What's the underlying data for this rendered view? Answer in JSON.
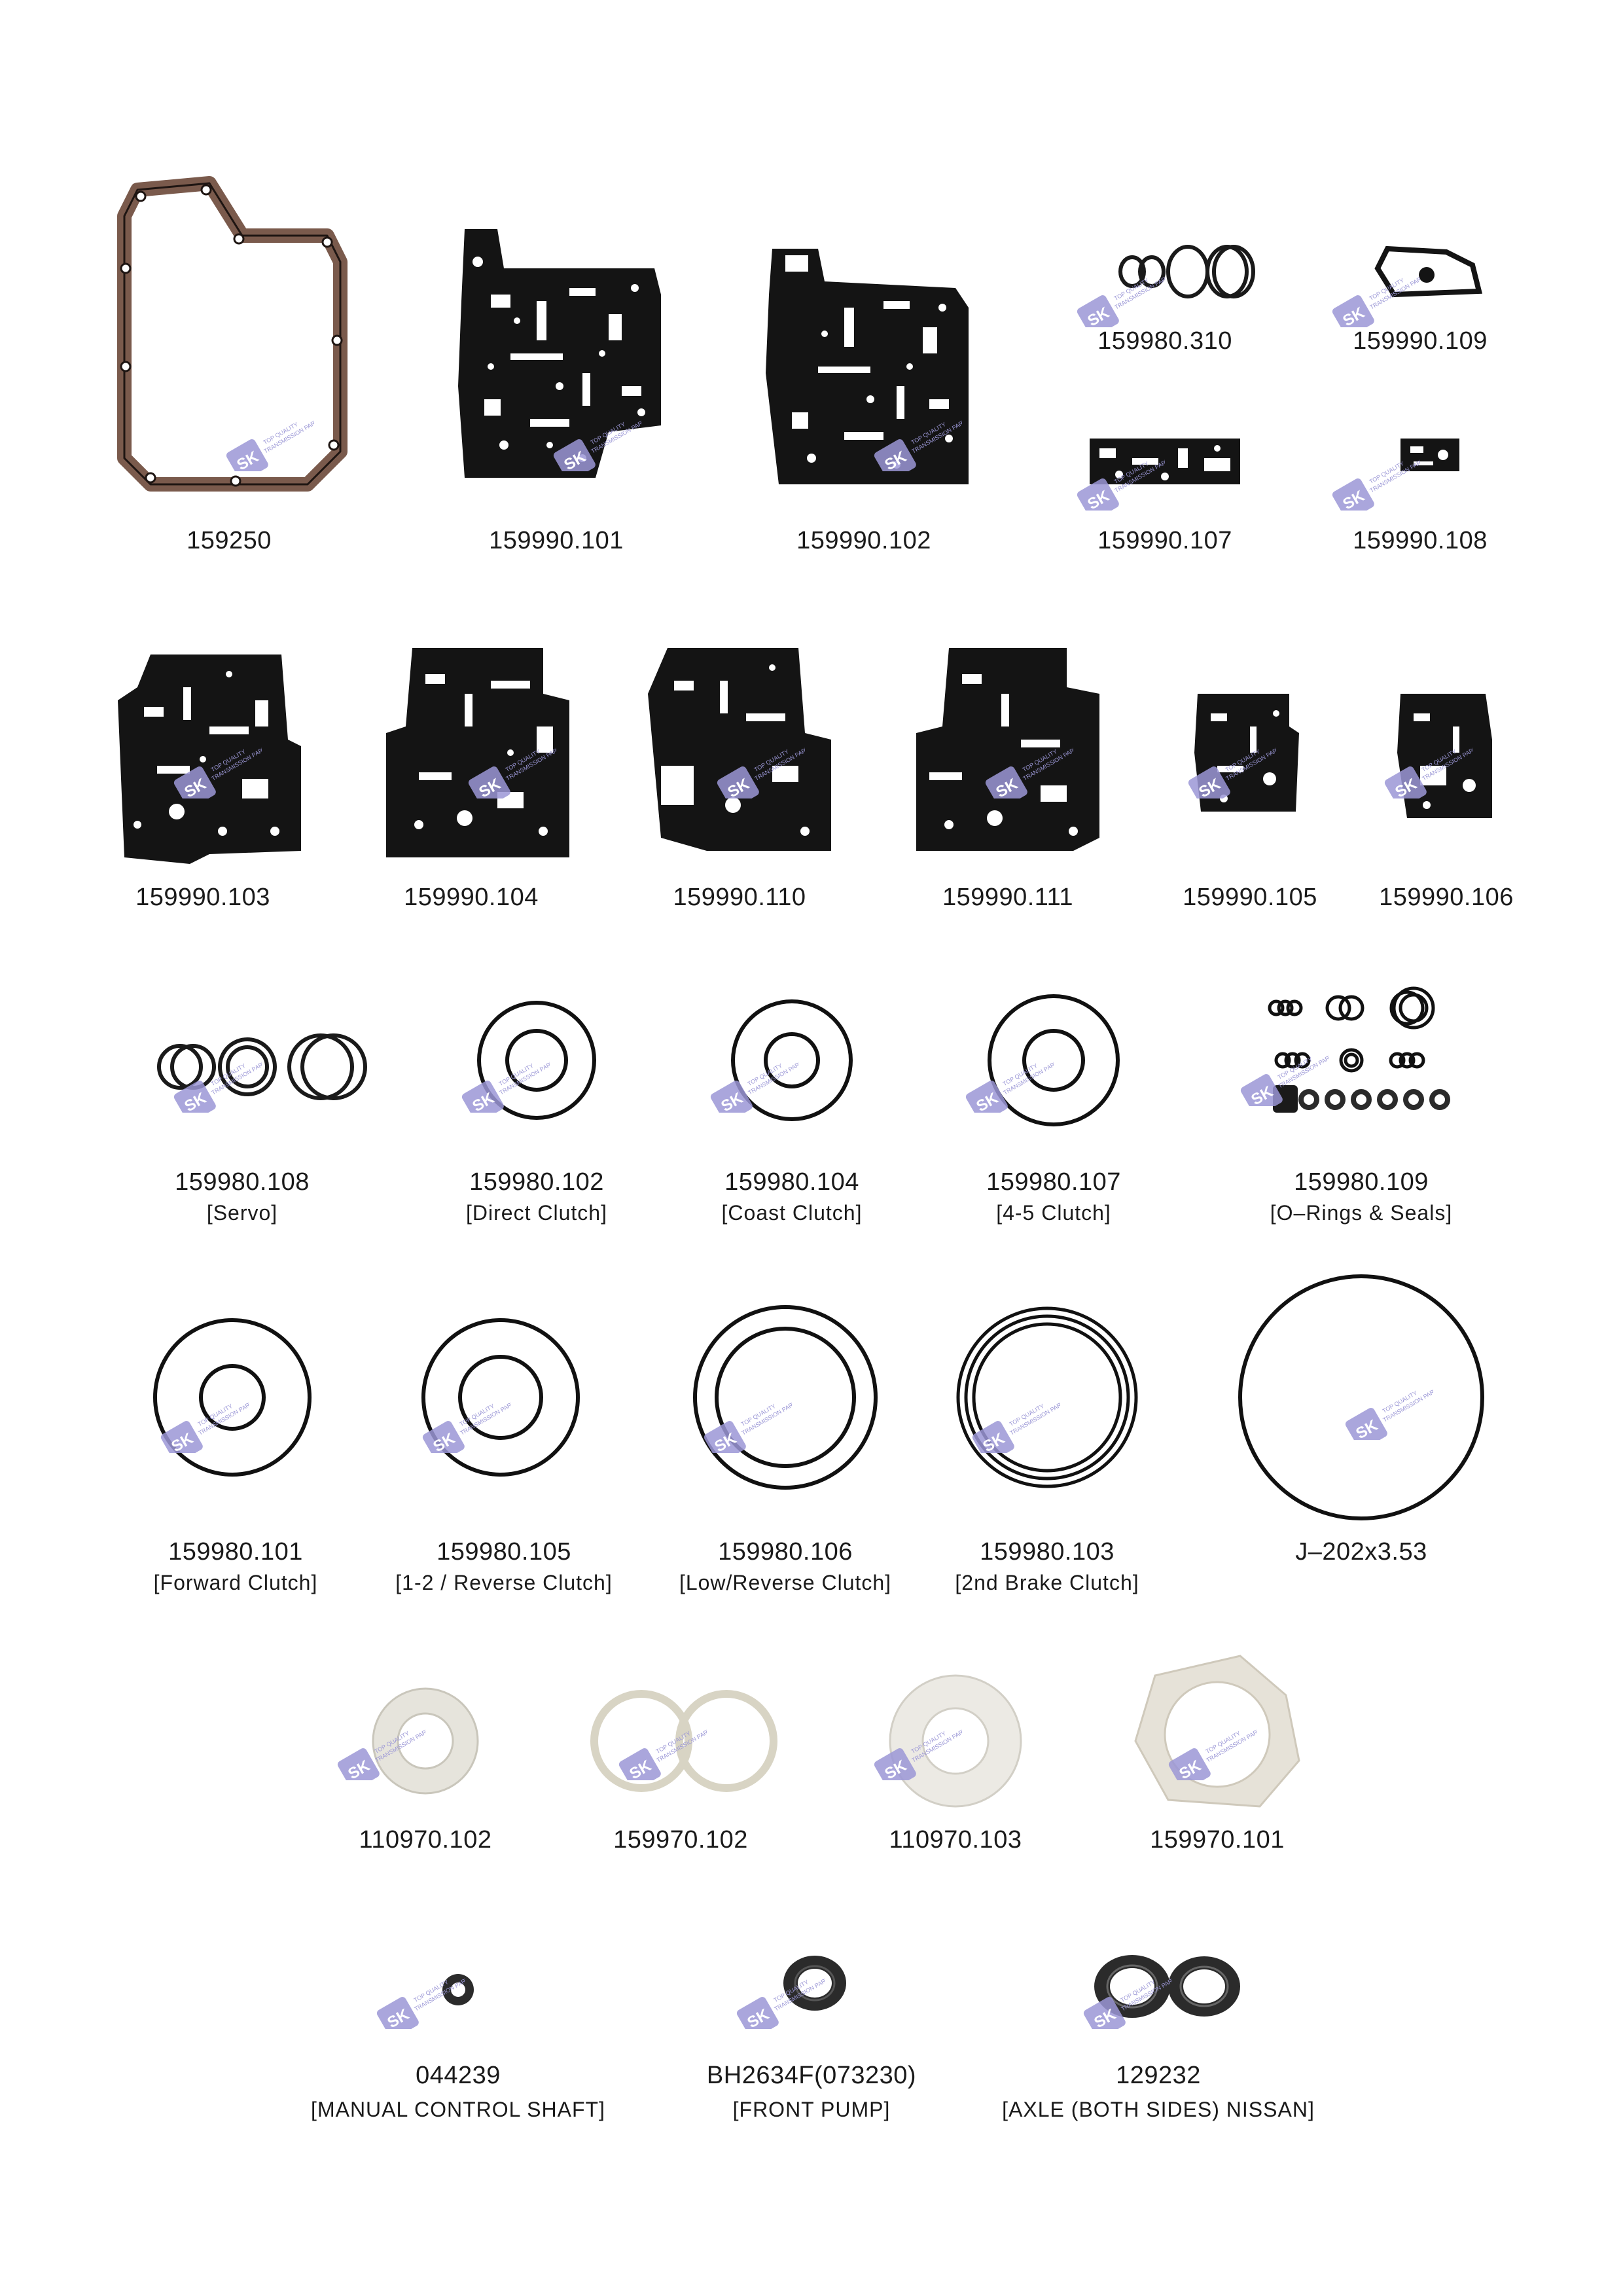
{
  "colors": {
    "gasket": "#141414",
    "cork": "#7a5a4c",
    "watermark": "#9b97d6",
    "plastic": "#e6e4dc",
    "seal": "#2b2b2b"
  },
  "watermark": {
    "mark_text": "SK",
    "tagline_1": "TOP QUALITY",
    "tagline_2": "TRANSMISSION PARTS"
  },
  "parts": [
    {
      "code": "159250",
      "desc": "",
      "icon": "cork-pan-gasket"
    },
    {
      "code": "159990.101",
      "desc": "",
      "icon": "valve-body-gasket"
    },
    {
      "code": "159990.102",
      "desc": "",
      "icon": "valve-body-gasket"
    },
    {
      "code": "159980.310",
      "desc": "",
      "icon": "sealing-rings"
    },
    {
      "code": "159990.109",
      "desc": "",
      "icon": "small-gasket"
    },
    {
      "code": "159990.107",
      "desc": "",
      "icon": "strip-gasket"
    },
    {
      "code": "159990.108",
      "desc": "",
      "icon": "small-gasket"
    },
    {
      "code": "159990.103",
      "desc": "",
      "icon": "separator-plate-gasket"
    },
    {
      "code": "159990.104",
      "desc": "",
      "icon": "separator-plate-gasket"
    },
    {
      "code": "159990.110",
      "desc": "",
      "icon": "separator-plate-gasket"
    },
    {
      "code": "159990.111",
      "desc": "",
      "icon": "separator-plate-gasket"
    },
    {
      "code": "159990.105",
      "desc": "",
      "icon": "small-plate-gasket"
    },
    {
      "code": "159990.106",
      "desc": "",
      "icon": "small-plate-gasket"
    },
    {
      "code": "159980.108",
      "desc": "[Servo]",
      "icon": "seal-rings"
    },
    {
      "code": "159980.102",
      "desc": "[Direct Clutch]",
      "icon": "piston-seals"
    },
    {
      "code": "159980.104",
      "desc": "[Coast Clutch]",
      "icon": "piston-seals"
    },
    {
      "code": "159980.107",
      "desc": "[4-5 Clutch]",
      "icon": "piston-seals"
    },
    {
      "code": "159980.109",
      "desc": "[O–Rings & Seals]",
      "icon": "o-ring-set"
    },
    {
      "code": "159980.101",
      "desc": "[Forward Clutch]",
      "icon": "piston-seals"
    },
    {
      "code": "159980.105",
      "desc": "[1-2 / Reverse Clutch]",
      "icon": "piston-seals"
    },
    {
      "code": "159980.106",
      "desc": "[Low/Reverse Clutch]",
      "icon": "piston-seals"
    },
    {
      "code": "159980.103",
      "desc": "[2nd Brake Clutch]",
      "icon": "piston-seals"
    },
    {
      "code": "J–202x3.53",
      "desc": "",
      "icon": "o-ring"
    },
    {
      "code": "110970.102",
      "desc": "",
      "icon": "thrust-washer"
    },
    {
      "code": "159970.102",
      "desc": "",
      "icon": "thrust-washers"
    },
    {
      "code": "110970.103",
      "desc": "",
      "icon": "thrust-washer"
    },
    {
      "code": "159970.101",
      "desc": "",
      "icon": "thrust-washer"
    },
    {
      "code": "044239",
      "desc": "[MANUAL CONTROL SHAFT]",
      "icon": "oil-seal"
    },
    {
      "code": "BH2634F(073230)",
      "desc": "[FRONT PUMP]",
      "icon": "oil-seal"
    },
    {
      "code": "129232",
      "desc": "[AXLE (BOTH SIDES) NISSAN]",
      "icon": "oil-seals"
    }
  ]
}
